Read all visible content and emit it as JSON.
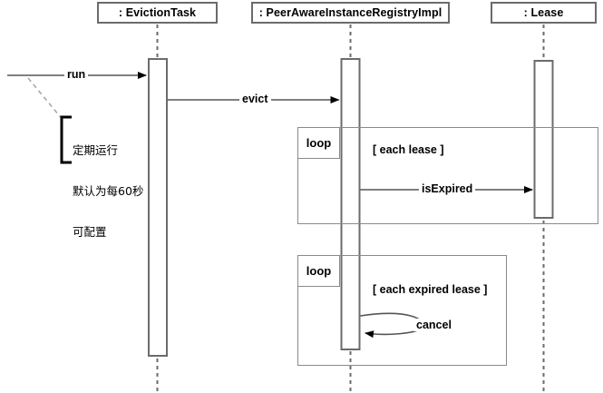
{
  "diagram": {
    "type": "uml-sequence-diagram",
    "background_color": "#ffffff",
    "line_color": "#6b6b6b",
    "text_color": "#000000"
  },
  "lifelines": [
    {
      "id": "eviction-task",
      "label": ": EvictionTask"
    },
    {
      "id": "peer-aware-instance-registry-impl",
      "label": ": PeerAwareInstanceRegistryImpl"
    },
    {
      "id": "lease",
      "label": ": Lease"
    }
  ],
  "messages": [
    {
      "id": "run",
      "label": "run",
      "from": "actor",
      "to": "eviction-task"
    },
    {
      "id": "evict",
      "label": "evict",
      "from": "eviction-task",
      "to": "peer-aware-instance-registry-impl"
    },
    {
      "id": "is-expired",
      "label": "isExpired",
      "from": "peer-aware-instance-registry-impl",
      "to": "lease"
    },
    {
      "id": "cancel",
      "label": "cancel",
      "from": "peer-aware-instance-registry-impl",
      "to": "peer-aware-instance-registry-impl"
    }
  ],
  "fragments": [
    {
      "id": "loop-each-lease",
      "operator": "loop",
      "guard": "[ each lease ]"
    },
    {
      "id": "loop-each-expired-lease",
      "operator": "loop",
      "guard": "[ each expired lease ]"
    }
  ],
  "note": {
    "id": "run-schedule-note",
    "lines": [
      "定期运行",
      "默认为每60秒",
      "可配置"
    ]
  }
}
